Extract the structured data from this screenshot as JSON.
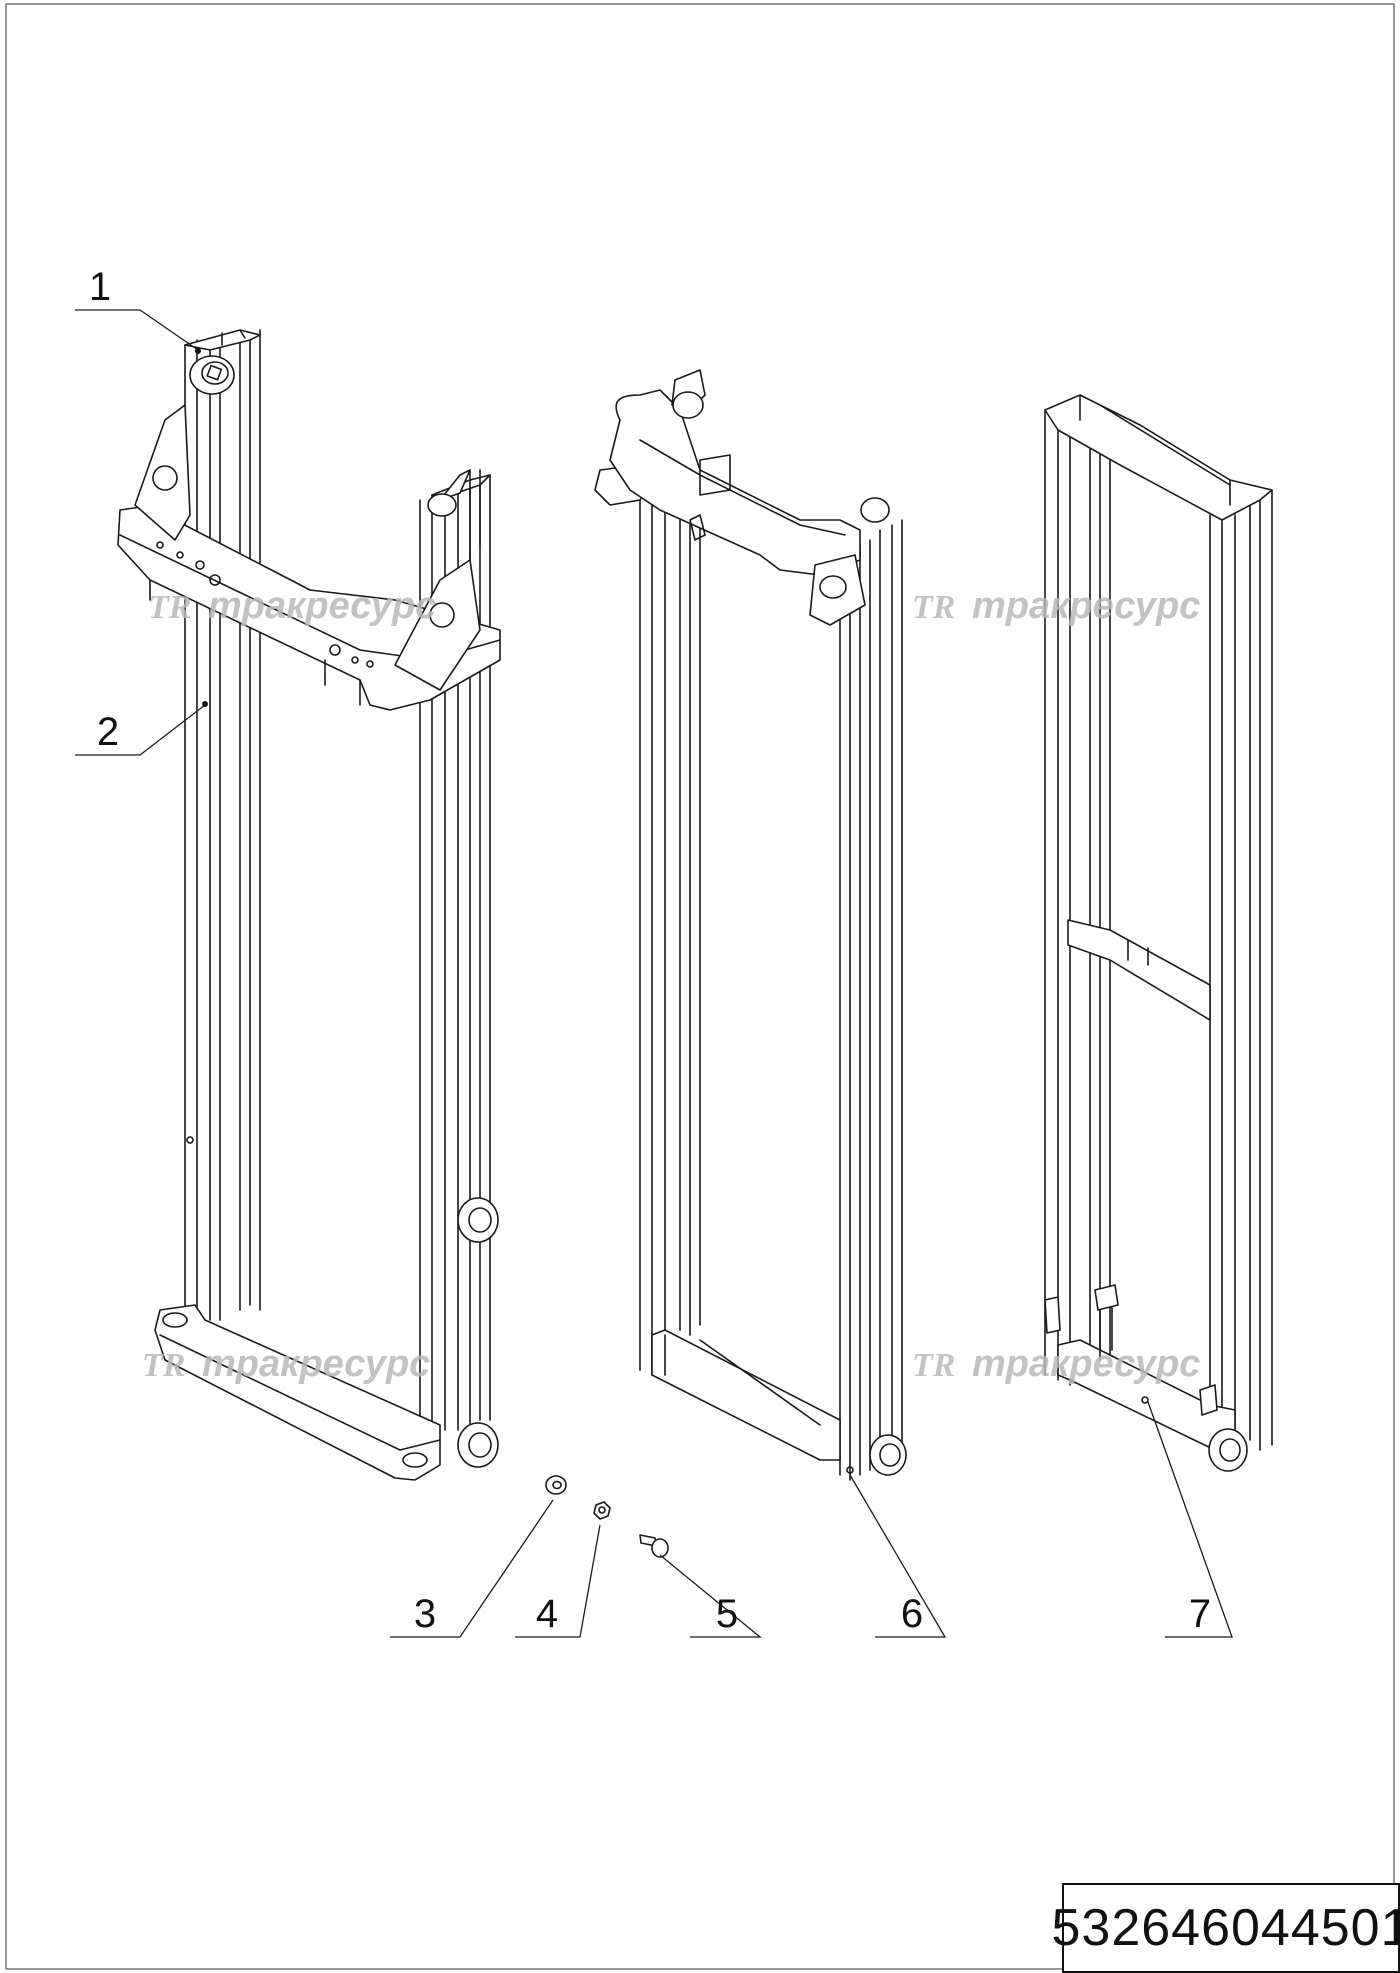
{
  "drawing": {
    "part_code": "532646044501",
    "watermark_text": "тракресурс",
    "watermark_logo": "TR",
    "positions": [
      {
        "label": "1"
      },
      {
        "label": "2"
      },
      {
        "label": "3"
      },
      {
        "label": "4"
      },
      {
        "label": "5"
      },
      {
        "label": "6"
      },
      {
        "label": "7"
      }
    ]
  }
}
